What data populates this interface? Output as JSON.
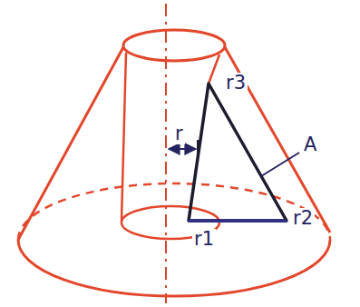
{
  "diagram": {
    "labels": [
      "r3",
      "r",
      "A",
      "r1",
      "r2"
    ]
  }
}
